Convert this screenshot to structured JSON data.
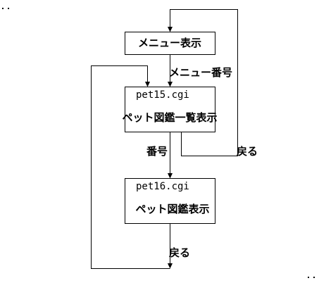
{
  "nodes": {
    "menu": {
      "label": "メニュー表示"
    },
    "pet15": {
      "filename": "pet15.cgi",
      "label": "ペット図鑑一覧表示"
    },
    "pet16": {
      "filename": "pet16.cgi",
      "label": "ペット図鑑表示"
    }
  },
  "edges": {
    "menu_to_pet15": {
      "label": "メニュー番号"
    },
    "pet15_to_pet16": {
      "label": "番号"
    },
    "pet15_back_to_menu": {
      "label": "戻る"
    },
    "pet16_back_to_pet15": {
      "label": "戻る"
    }
  }
}
